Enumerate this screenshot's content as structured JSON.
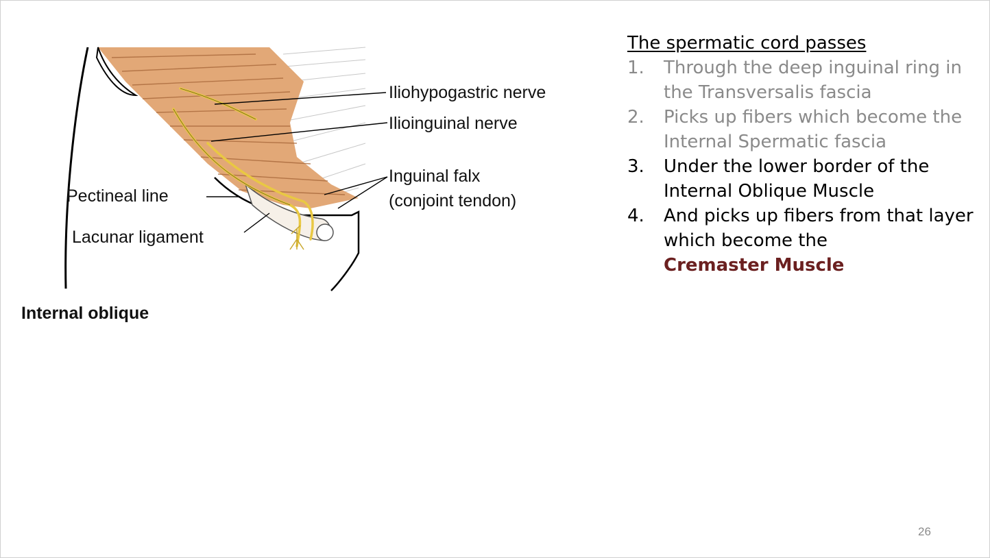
{
  "figure": {
    "labels": {
      "iliohypogastric": "Iliohypogastric nerve",
      "ilioinguinal": "Ilioinguinal nerve",
      "falx_line1": "Inguinal falx",
      "falx_line2": "(conjoint tendon)",
      "pectineal": "Pectineal line",
      "lacunar": "Lacunar ligament",
      "caption": "Internal oblique"
    }
  },
  "text": {
    "heading": "The spermatic cord passes",
    "items": [
      {
        "num": "1.",
        "text": "Through the deep inguinal ring in the Transversalis fascia",
        "emph": ""
      },
      {
        "num": "2.",
        "text": "Picks up fibers which become the Internal Spermatic fascia",
        "emph": ""
      },
      {
        "num": "3.",
        "text": "Under the lower border of the Internal Oblique Muscle",
        "emph": ""
      },
      {
        "num": "4.",
        "text": "And picks up fibers from that layer which become the",
        "emph": "Cremaster Muscle"
      }
    ]
  },
  "colors": {
    "muscle": "#e2a877",
    "nerve": "#e9c843",
    "emphasis": "#6b2020",
    "muted_text": "#8a8a8a"
  },
  "slide_number": "26"
}
